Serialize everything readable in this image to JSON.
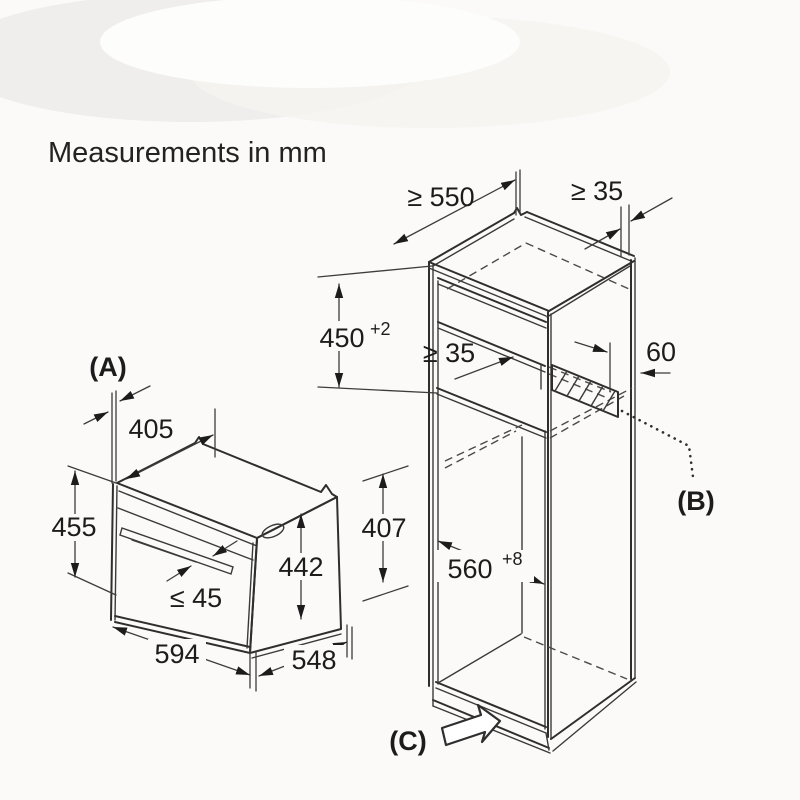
{
  "title": "Measurements in mm",
  "oven": {
    "label_a": "(A)",
    "dim_top_edge": "405",
    "dim_front_height": "455",
    "dim_handle_clearance": "≤ 45",
    "dim_body_height": "442",
    "dim_rear_height": "407",
    "dim_width": "594",
    "dim_depth": "548"
  },
  "cabinet": {
    "dim_min_depth": "≥ 550",
    "dim_top_rear_gap": "≥ 35",
    "dim_niche_height": {
      "value": "450",
      "sup": "+2"
    },
    "dim_rear_clearance": "≥ 35",
    "dim_vent_offset": "60",
    "label_vent": "(B)",
    "dim_niche_width": {
      "value": "560",
      "sup": "+8"
    },
    "label_plinth": "(C)"
  },
  "colors": {
    "line": "#2e2e2e",
    "text": "#1c1c1c",
    "background": "#fbfaf9"
  }
}
